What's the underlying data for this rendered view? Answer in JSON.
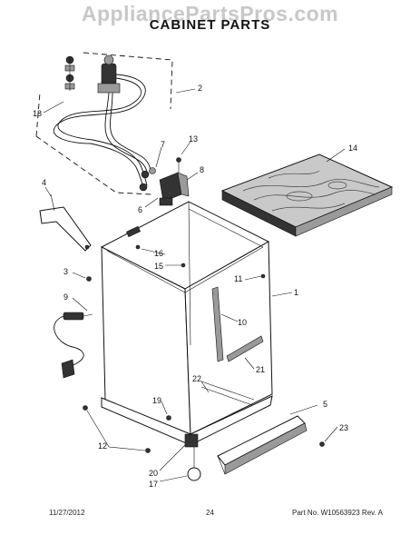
{
  "watermark": "AppliancePartsPros.com",
  "title": "CABINET PARTS",
  "footer": {
    "date": "11/27/2012",
    "page": "24",
    "part": "Part No. W10563923  Rev. A"
  },
  "callouts": {
    "c1": "1",
    "c2": "2",
    "c3": "3",
    "c4": "4",
    "c5": "5",
    "c6": "6",
    "c7": "7",
    "c8": "8",
    "c9": "9",
    "c10": "10",
    "c11": "11",
    "c12": "12",
    "c13": "13",
    "c14": "14",
    "c15": "15",
    "c16": "16",
    "c17": "17",
    "c18": "18",
    "c19": "19",
    "c20": "20",
    "c21": "21",
    "c22": "22",
    "c23": "23"
  }
}
